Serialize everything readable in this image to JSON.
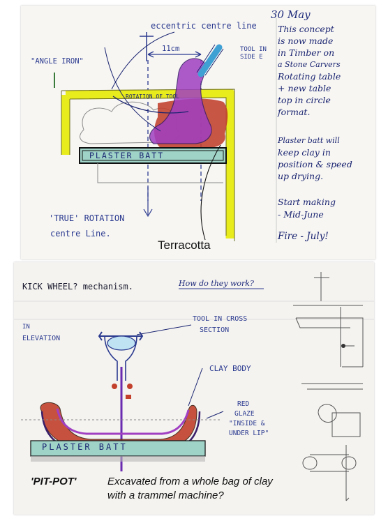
{
  "sketch_top": {
    "date": "30 May",
    "labels": {
      "eccentric_line": "eccentric centre line",
      "angle_iron": "\"ANGLE IRON\"",
      "dimension": "11cm",
      "tool_side": "TOOL IN SIDE E",
      "rotation_tool": "ROTATION OF TOOL",
      "plaster_batt": "PLASTER BATT",
      "true_rotation_1": "'TRUE' ROTATION",
      "true_rotation_2": "centre Line.",
      "terracotta": "Terracotta"
    },
    "notes": [
      "This concept",
      "is now made",
      "in Timber on",
      "a Stone Carvers",
      "Rotating table",
      "+ new table",
      "top in circle",
      "format.",
      "",
      "Plaster batt will",
      "keep clay in",
      "position & speed",
      "up drying.",
      "",
      "Start making",
      "- Mid-June",
      "",
      "Fire - July!"
    ]
  },
  "sketch_bottom": {
    "question_prefix": "KICK WHEEL? mechanism.",
    "question_underlined": "How do they work?",
    "elevation_1": "IN",
    "elevation_2": "ELEVATION",
    "tool_section_1": "TOOL IN CROSS",
    "tool_section_2": "SECTION",
    "clay_body": "CLAY BODY",
    "glaze_1": "RED",
    "glaze_2": "GLAZE",
    "glaze_3": "\"INSIDE &",
    "glaze_4": "UNDER LIP\"",
    "plaster_batt": "PLASTER BATT"
  },
  "caption": {
    "title": "'PIT-POT'",
    "line1": "Excavated from a whole bag of clay",
    "line2": "with a trammel machine?"
  },
  "colors": {
    "ink": "#2b3a8f",
    "yellow": "#e9ec1c",
    "terracotta": "#c2402c",
    "purple": "#a13fc2",
    "plaster": "#9fd3c8"
  }
}
